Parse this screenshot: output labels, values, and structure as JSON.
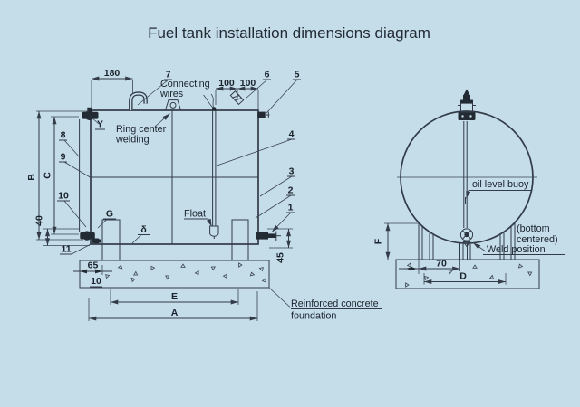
{
  "title": "Fuel tank installation dimensions diagram",
  "colors": {
    "background": "#c4dde9",
    "line": "#323b47",
    "ink": "#1a222c"
  },
  "front_view": {
    "callouts": {
      "n1": "1",
      "n2": "2",
      "n3": "3",
      "n4": "4",
      "n5": "5",
      "n6": "6",
      "n7": "7",
      "n8": "8",
      "n9": "9",
      "n10": "10",
      "n11": "11"
    },
    "dims": {
      "d180": "180",
      "d100a": "100",
      "d100b": "100",
      "dB": "B",
      "dC": "C",
      "d40": "40",
      "d45": "45",
      "d65": "65",
      "d10": "10",
      "dE": "E",
      "dA": "A"
    },
    "parts": {
      "y": "Y",
      "g": "G",
      "delta": "δ",
      "float": "Float"
    },
    "notes": {
      "wires1": "Connecting",
      "wires2": "wires",
      "ring1": "Ring center",
      "ring2": "welding",
      "rcf1": "Reinforced concrete",
      "rcf2": "foundation"
    }
  },
  "side_view": {
    "dims": {
      "dF": "F",
      "d70": "70",
      "dD": "D"
    },
    "notes": {
      "buoy": "oil level buoy",
      "bc1": "(bottom",
      "bc2": "centered)",
      "weld": "Weld position"
    }
  }
}
